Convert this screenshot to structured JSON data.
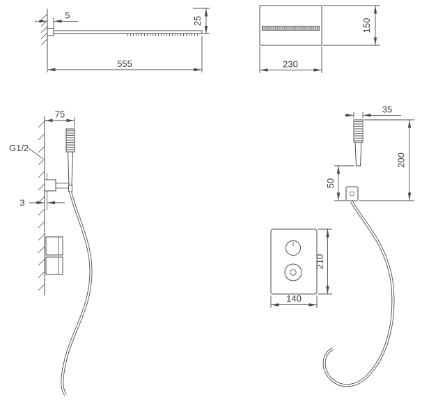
{
  "drawing": {
    "colors": {
      "line": "#4a4a4a",
      "text": "#3a3a3a",
      "spray_band": "#cccccc"
    },
    "views": {
      "overhead_side": {
        "dim_offset": "5",
        "dim_drop": "25",
        "dim_length": "555"
      },
      "overhead_front": {
        "dim_width": "230",
        "dim_height": "150"
      },
      "hand_side": {
        "dim_holder": "75",
        "thread_label": "G1/2",
        "dim_plate": "3"
      },
      "hand_front": {
        "dim_width": "35",
        "dim_height": "200",
        "dim_gap": "50"
      },
      "valve_front": {
        "dim_width": "140",
        "dim_height": "210"
      }
    }
  }
}
